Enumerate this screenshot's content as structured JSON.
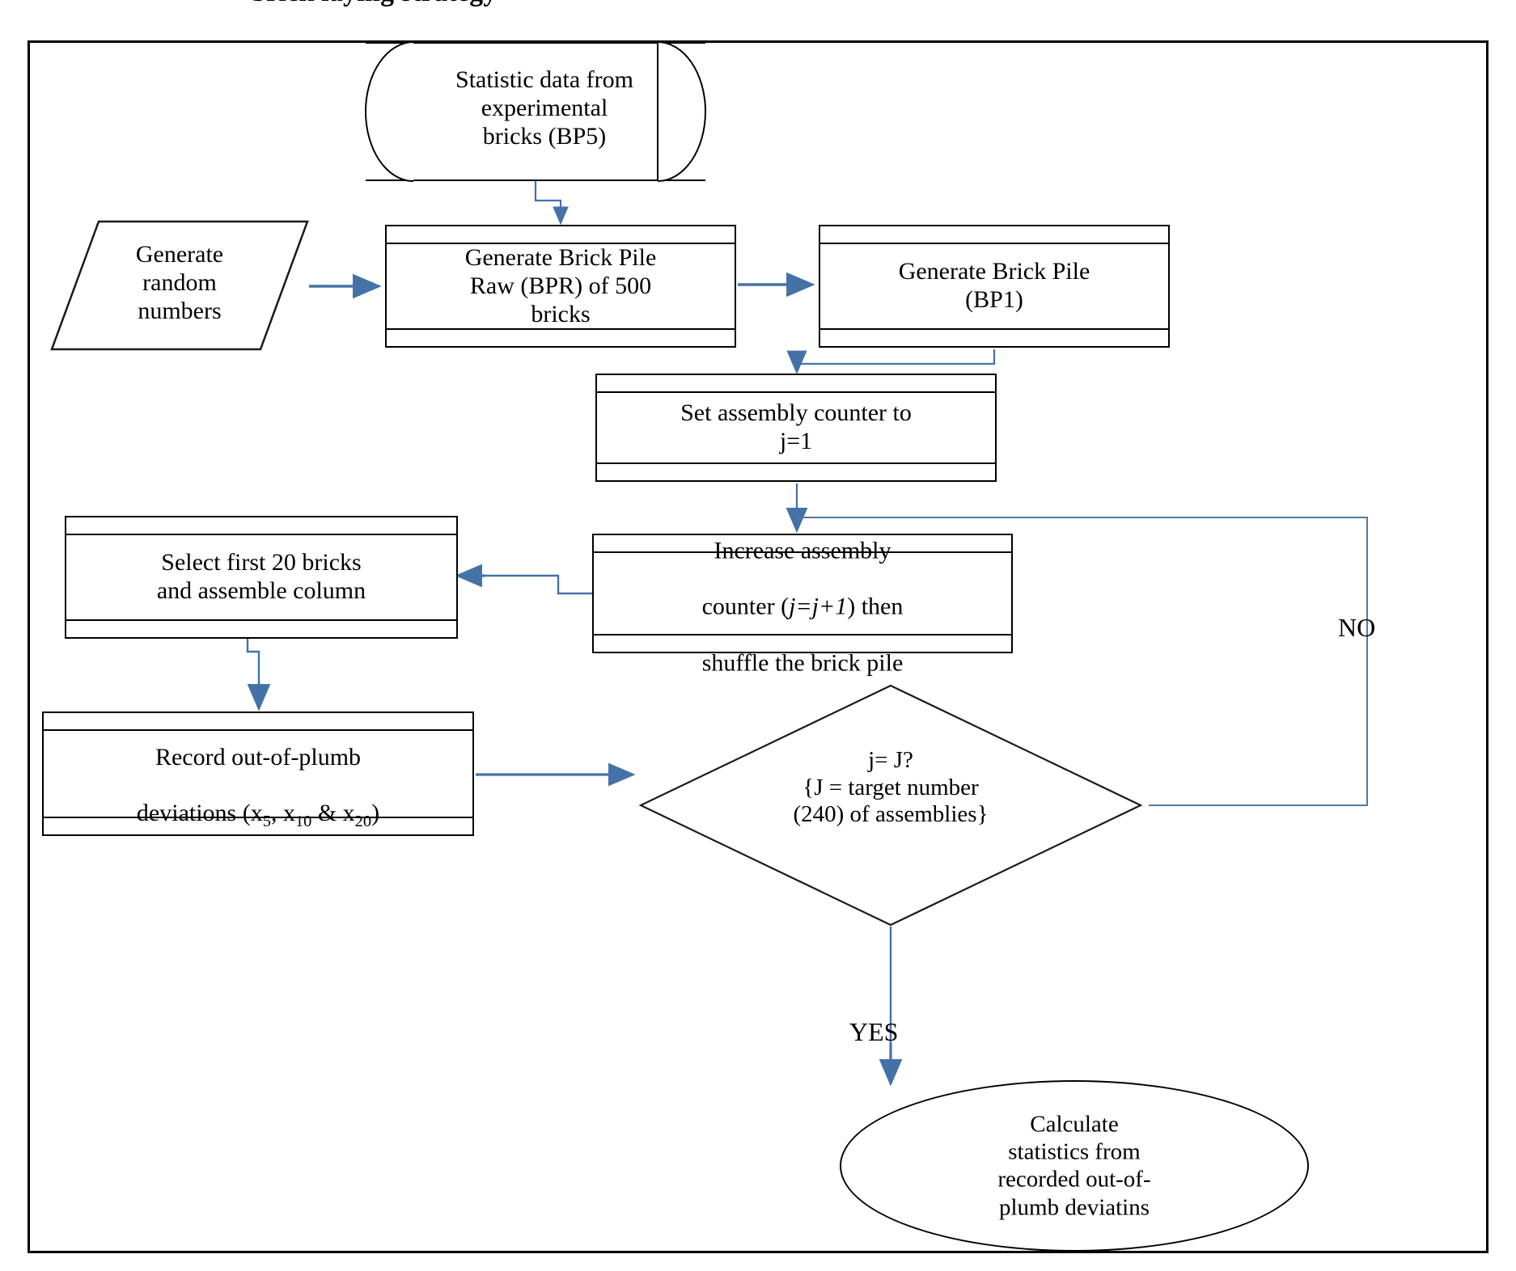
{
  "figure": {
    "title": "brick laying strategy",
    "accent_color": "#4472A8",
    "line_color": "#000000",
    "background": "#ffffff"
  },
  "nodes": {
    "statistic_data": {
      "shape": "cylinder",
      "text": "Statistic data from\nexperimental\nbricks (BP5)"
    },
    "generate_random": {
      "shape": "parallelogram",
      "text": "Generate\nrandom\nnumbers"
    },
    "generate_bpr": {
      "shape": "predefined-process",
      "text": "Generate Brick Pile\nRaw (BPR) of 500\nbricks"
    },
    "generate_bp1": {
      "shape": "predefined-process",
      "text": "Generate Brick Pile\n(BP1)"
    },
    "set_counter": {
      "shape": "predefined-process",
      "text": "Set assembly counter to\nj=1"
    },
    "increase_counter": {
      "shape": "predefined-process",
      "line1": "Increase assembly",
      "line2_pre": "counter (",
      "line2_italic": "j=j+1",
      "line2_post": ") then",
      "line3": "shuffle the brick pile"
    },
    "select_bricks": {
      "shape": "predefined-process",
      "text": "Select first 20 bricks\nand assemble column"
    },
    "record_deviations": {
      "shape": "predefined-process",
      "line1": "Record out-of-plumb",
      "line2_pre": "deviations (x",
      "sub1": "5",
      "line2_mid": ", x",
      "sub2": "10",
      "line2_mid2": " & x",
      "sub3": "20",
      "line2_post": ")"
    },
    "decision": {
      "shape": "diamond",
      "text": "j= J?\n{J = target number\n(240) of assemblies}"
    },
    "calculate_stats": {
      "shape": "ellipse",
      "text": "Calculate\nstatistics from\nrecorded out-of-\nplumb deviatins"
    }
  },
  "edge_labels": {
    "no": "NO",
    "yes": "YES"
  }
}
